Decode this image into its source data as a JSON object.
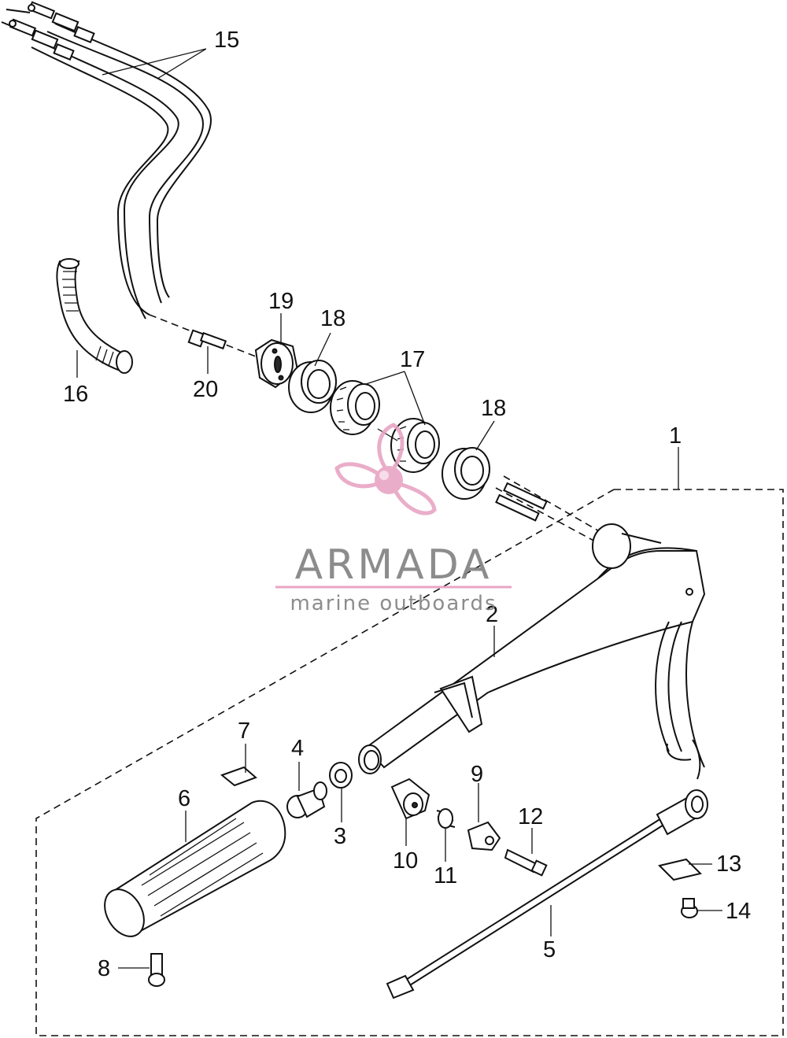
{
  "callouts": {
    "c1": "1",
    "c2": "2",
    "c3": "3",
    "c4": "4",
    "c5": "5",
    "c6": "6",
    "c7": "7",
    "c8": "8",
    "c9": "9",
    "c10": "10",
    "c11": "11",
    "c12": "12",
    "c13": "13",
    "c14": "14",
    "c15": "15",
    "c16": "16",
    "c17": "17",
    "c18a": "18",
    "c18b": "18",
    "c19": "19",
    "c20": "20"
  },
  "watermark": {
    "brand": "ARMADA",
    "tagline": "marine outboards",
    "logo": "propeller-logo"
  },
  "colors": {
    "line": "#111111",
    "background": "#ffffff",
    "watermark_text": "#808080",
    "watermark_accent": "#e8a5c4"
  }
}
